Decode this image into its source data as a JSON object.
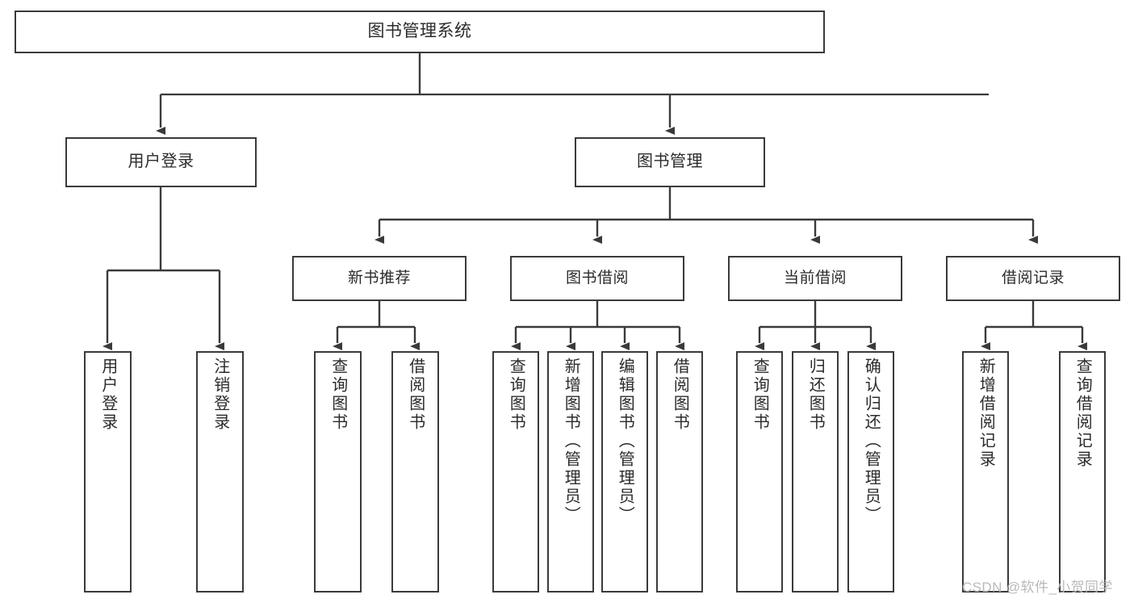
{
  "diagram": {
    "title": "图书管理系统",
    "type": "hierarchy-tree",
    "levels": 4,
    "colors": {
      "box_border": "#3a3a3a",
      "box_fill": "#ffffff",
      "connector": "#3a3a3a",
      "text": "#2b2b2b",
      "watermark": "#b9b9b9",
      "background": "#ffffff"
    },
    "root": {
      "label": "图书管理系统"
    },
    "level2": [
      {
        "label": "用户登录"
      },
      {
        "label": "图书管理"
      }
    ],
    "level3": [
      {
        "label": "新书推荐"
      },
      {
        "label": "图书借阅"
      },
      {
        "label": "当前借阅"
      },
      {
        "label": "借阅记录"
      }
    ],
    "leaves": {
      "user_login": [
        {
          "label": "用户登录"
        },
        {
          "label": "注销登录"
        }
      ],
      "new_book_recommend": [
        {
          "label": "查询图书"
        },
        {
          "label": "借阅图书"
        }
      ],
      "book_borrow": [
        {
          "label": "查询图书"
        },
        {
          "label": "新增图书（管理员）"
        },
        {
          "label": "编辑图书（管理员）"
        },
        {
          "label": "借阅图书"
        }
      ],
      "current_borrow": [
        {
          "label": "查询图书"
        },
        {
          "label": "归还图书"
        },
        {
          "label": "确认归还（管理员）"
        }
      ],
      "borrow_record": [
        {
          "label": "新增借阅记录"
        },
        {
          "label": "查询借阅记录"
        }
      ]
    },
    "watermark": "CSDN @软件_小贺同学"
  }
}
